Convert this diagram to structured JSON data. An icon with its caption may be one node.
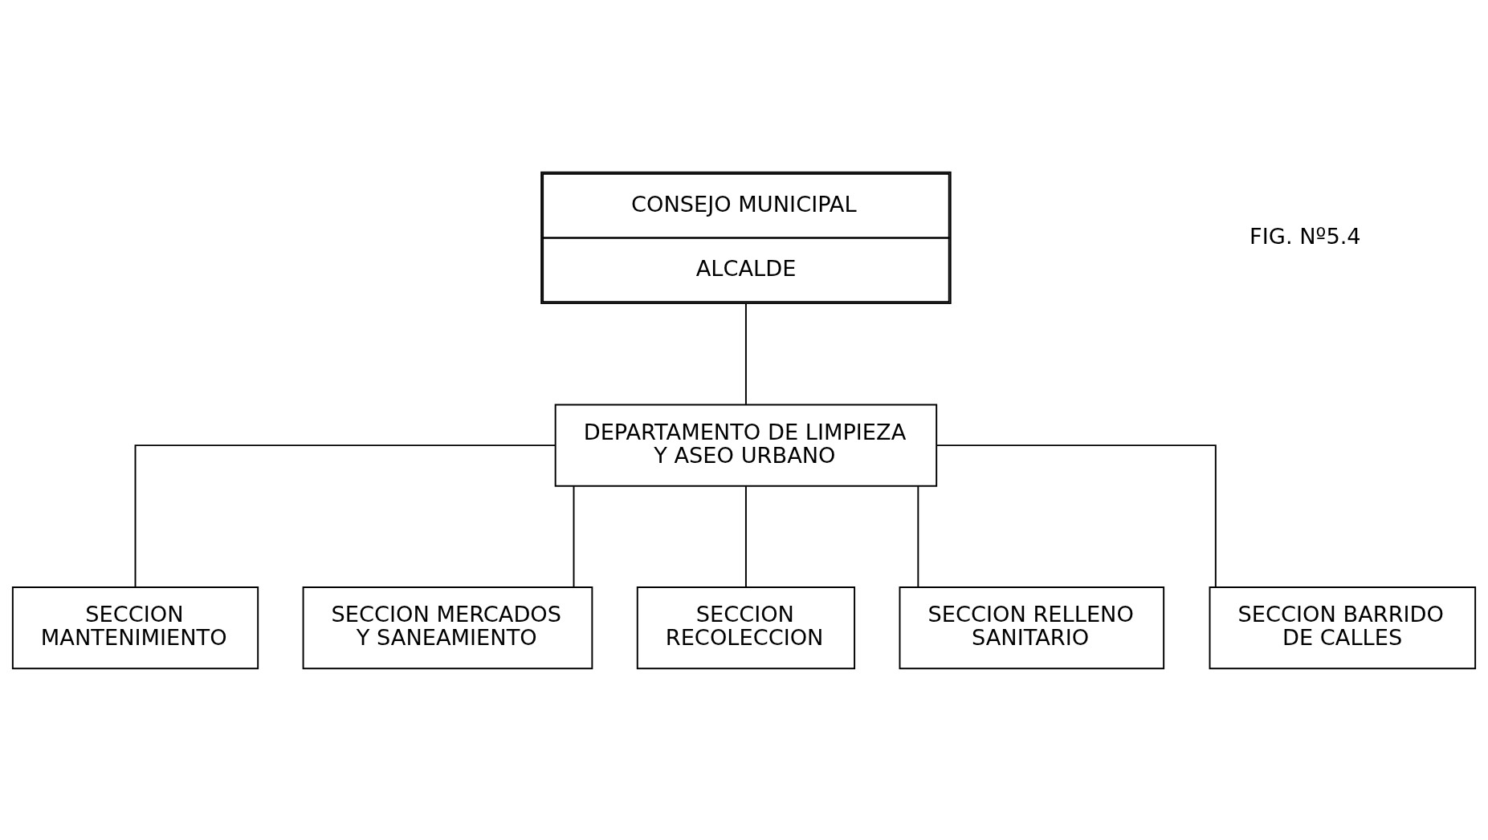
{
  "diagram": {
    "nodes": [
      {
        "text": [
          "CONSEJO MUNICIPAL",
          "ALCALDE"
        ]
      },
      {
        "text": [
          "DEPARTAMENTO DE LIMPIEZA Y ASEO URBANO"
        ]
      },
      {
        "text": [
          "SECCION MANTENIMIENTO"
        ]
      },
      {
        "text": [
          "SECCION MERCADOS Y SANEAMIENTO"
        ]
      },
      {
        "text": [
          "SECCION RECOLECCION"
        ]
      },
      {
        "text": [
          "SECCION RELLENO SANITARIO"
        ]
      },
      {
        "text": [
          "SECCION BARRIDO DE CALLES"
        ]
      }
    ],
    "edges": [
      {
        "from": 0,
        "to": 1,
        "arrow": "none"
      },
      {
        "from": 1,
        "to": 2,
        "arrow": "none"
      },
      {
        "from": 1,
        "to": 3,
        "arrow": "none"
      },
      {
        "from": 1,
        "to": 4,
        "arrow": "none"
      },
      {
        "from": 1,
        "to": 5,
        "arrow": "none"
      },
      {
        "from": 1,
        "to": 6,
        "arrow": "none"
      }
    ],
    "labels": [
      "FIG. Nº5.4"
    ]
  }
}
